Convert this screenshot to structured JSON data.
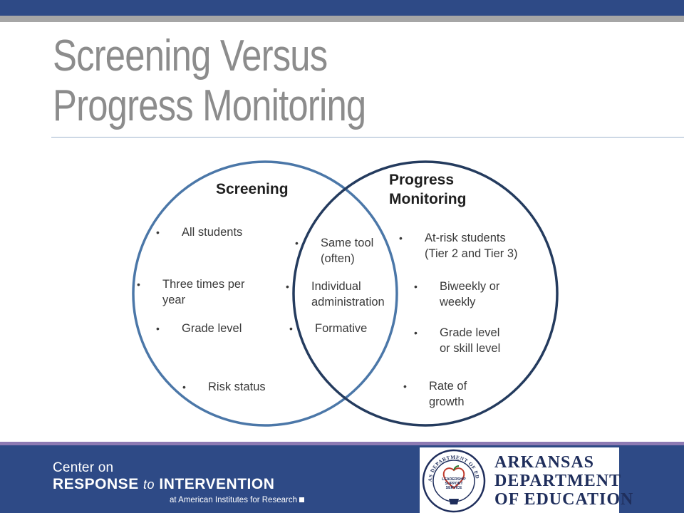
{
  "title": {
    "line1": "Screening Versus",
    "line2": "Progress Monitoring"
  },
  "venn": {
    "left": {
      "heading": "Screening",
      "items": [
        [
          "All students"
        ],
        [
          "Three times per",
          "year"
        ],
        [
          "Grade level"
        ],
        [
          "Risk status"
        ]
      ]
    },
    "overlap": {
      "items": [
        [
          "Same tool",
          "(often)"
        ],
        [
          "Individual",
          "administration"
        ],
        [
          "Formative"
        ]
      ]
    },
    "right": {
      "heading_line1": "Progress",
      "heading_line2": "Monitoring",
      "items": [
        [
          "At-risk students",
          "(Tier 2 and Tier 3)"
        ],
        [
          "Biweekly or",
          "weekly"
        ],
        [
          "Grade level",
          "or skill level"
        ],
        [
          "Rate of",
          "growth"
        ]
      ]
    },
    "bullet_char": "•"
  },
  "footer": {
    "center_line1": "Center on",
    "center_line2a": "RESPONSE",
    "center_line2b": "to",
    "center_line2c": "INTERVENTION",
    "center_line3": "at American Institutes for Research",
    "ade_line1": "ARKANSAS",
    "ade_line2": "DEPARTMENT",
    "ade_line3": "OF EDUCATION",
    "seal_text_top": "ARKANSAS DEPARTMENT OF EDUCATION",
    "seal_inner1": "LEADERSHIP",
    "seal_inner2": "SUPPORT",
    "seal_inner3": "SERVICE"
  },
  "colors": {
    "brand_blue": "#2e4a86",
    "title_gray": "#8c8c8c",
    "left_circle": "#4b77a8",
    "right_circle": "#243b5e",
    "footer_accent": "#8d7ab3"
  }
}
